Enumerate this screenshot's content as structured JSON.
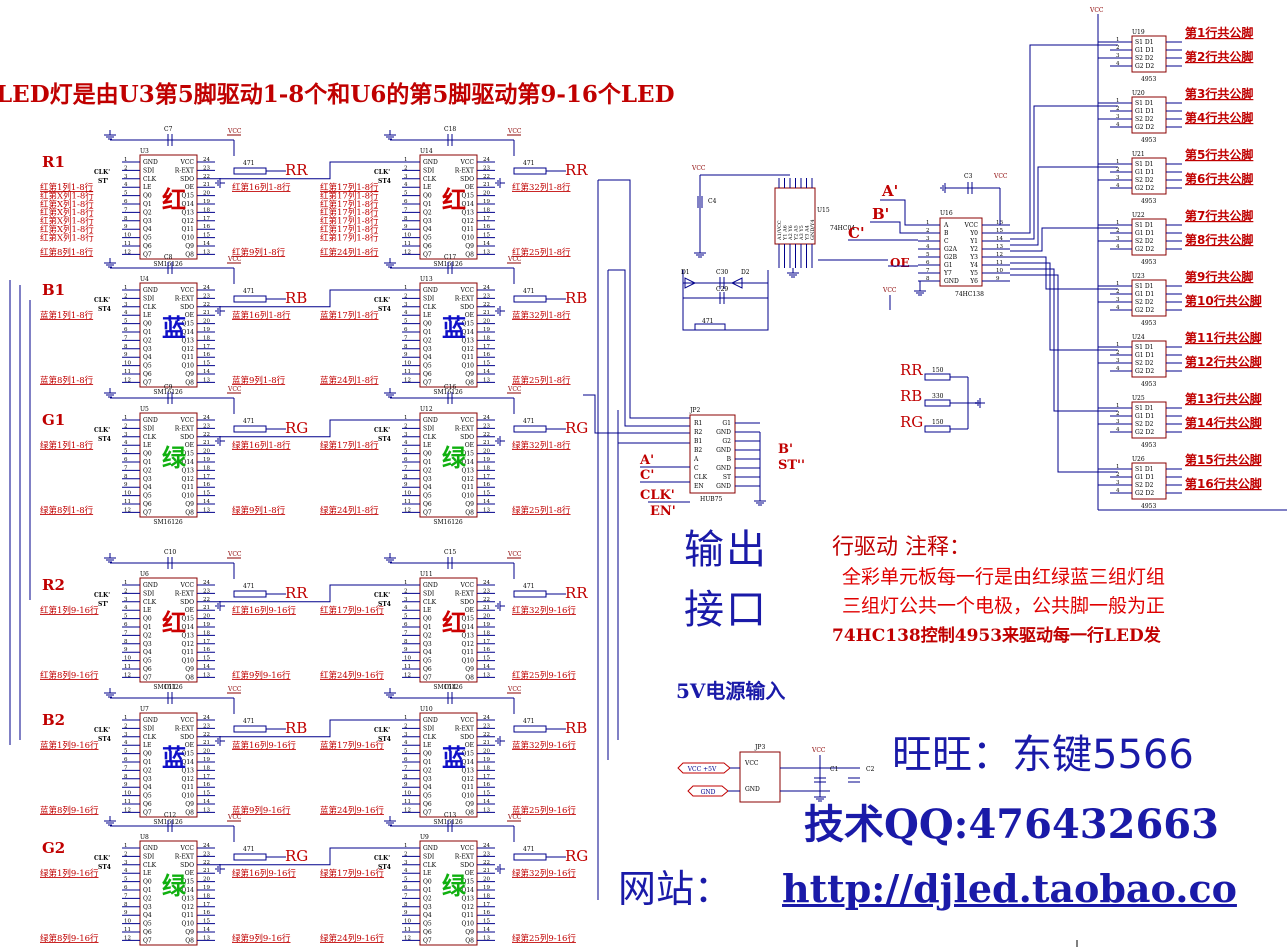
{
  "heading": "LED灯是由U3第5脚驱动1-8个和U6的第5脚驱动第9-16个LED",
  "chip": {
    "type": "SM16126",
    "left_pins": [
      "GND",
      "SDI",
      "CLK",
      "LE",
      "Q0",
      "Q1",
      "Q2",
      "Q3",
      "Q4",
      "Q5",
      "Q6",
      "Q7"
    ],
    "right_pins": [
      "VCC",
      "R-EXT",
      "SDO",
      "OE",
      "Q15",
      "Q14",
      "Q13",
      "Q12",
      "Q11",
      "Q10",
      "Q9",
      "Q8"
    ],
    "left_nums": [
      "1",
      "2",
      "3",
      "4",
      "5",
      "6",
      "7",
      "8",
      "9",
      "10",
      "11",
      "12"
    ],
    "right_nums": [
      "24",
      "23",
      "22",
      "21",
      "20",
      "19",
      "18",
      "17",
      "16",
      "15",
      "14",
      "13"
    ],
    "vcc": "VCC",
    "res": "471",
    "clk": "CLK'",
    "st": "ST'",
    "st4": "ST4"
  },
  "groups": [
    {
      "row": "R1",
      "net": "RR",
      "color_char": "红",
      "color": "#cc0000",
      "left": {
        "u": "U3",
        "c": "C7",
        "top": "红第1列1-8行",
        "bot": "红第8列1-8行",
        "r_top": "红第16列1-8行",
        "r_bot": "红第9列1-8行"
      },
      "right": {
        "u": "U14",
        "c": "C18",
        "top": "红第17列1-8行",
        "bot": "红第24列1-8行",
        "r_top": "红第32列1-8行",
        "r_bot": "红第25列1-8行"
      }
    },
    {
      "row": "B1",
      "net": "RB",
      "color_char": "蓝",
      "color": "#1010c8",
      "left": {
        "u": "U4",
        "c": "C8",
        "top": "蓝第1列1-8行",
        "bot": "蓝第8列1-8行",
        "r_top": "蓝第16列1-8行",
        "r_bot": "蓝第9列1-8行"
      },
      "right": {
        "u": "U13",
        "c": "C17",
        "top": "蓝第17列1-8行",
        "bot": "蓝第24列1-8行",
        "r_top": "蓝第32列1-8行",
        "r_bot": "蓝第25列1-8行"
      }
    },
    {
      "row": "G1",
      "net": "RG",
      "color_char": "绿",
      "color": "#10b010",
      "left": {
        "u": "U5",
        "c": "C9",
        "top": "绿第1列1-8行",
        "bot": "绿第8列1-8行",
        "r_top": "绿第16列1-8行",
        "r_bot": "绿第9列1-8行"
      },
      "right": {
        "u": "U12",
        "c": "C16",
        "top": "绿第17列1-8行",
        "bot": "绿第24列1-8行",
        "r_top": "绿第32列1-8行",
        "r_bot": "绿第25列1-8行"
      }
    },
    {
      "row": "R2",
      "net": "RR",
      "color_char": "红",
      "color": "#cc0000",
      "left": {
        "u": "U6",
        "c": "C10",
        "top": "红第1列9-16行",
        "bot": "红第8列9-16行",
        "r_top": "红第16列9-16行",
        "r_bot": "红第9列9-16行"
      },
      "right": {
        "u": "U11",
        "c": "C15",
        "top": "红第17列9-16行",
        "bot": "红第24列9-16行",
        "r_top": "红第32列9-16行",
        "r_bot": "红第25列9-16行"
      }
    },
    {
      "row": "B2",
      "net": "RB",
      "color_char": "蓝",
      "color": "#1010c8",
      "left": {
        "u": "U7",
        "c": "C11",
        "top": "蓝第1列9-16行",
        "bot": "蓝第8列9-16行",
        "r_top": "蓝第16列9-16行",
        "r_bot": "蓝第9列9-16行"
      },
      "right": {
        "u": "U10",
        "c": "C14",
        "top": "蓝第17列9-16行",
        "bot": "蓝第24列9-16行",
        "r_top": "蓝第32列9-16行",
        "r_bot": "蓝第25列9-16行"
      }
    },
    {
      "row": "G2",
      "net": "RG",
      "color_char": "绿",
      "color": "#10b010",
      "left": {
        "u": "U8",
        "c": "C12",
        "top": "绿第1列9-16行",
        "bot": "绿第8列9-16行",
        "r_top": "绿第16列9-16行",
        "r_bot": "绿第9列9-16行"
      },
      "right": {
        "u": "U9",
        "c": "C13",
        "top": "绿第17列9-16行",
        "bot": "绿第24列9-16行",
        "r_top": "绿第32列9-16行",
        "r_bot": "绿第25列9-16行"
      }
    }
  ],
  "u15": {
    "name": "U15",
    "part": "74HC04",
    "pins": [
      "A1/VCC",
      "Y1 A6",
      "A2 Y6",
      "Y2 A5",
      "A3 Y5",
      "Y3 A4",
      "GND/Y4"
    ],
    "c4": "C4",
    "vcc": "VCC"
  },
  "osc": {
    "d1": "D1",
    "d2": "D2",
    "c29": "C29",
    "c30": "C30",
    "r": "471"
  },
  "u16": {
    "name": "U16",
    "part": "74HC138",
    "left": [
      "A",
      "B",
      "C",
      "G2A",
      "G2B",
      "G1",
      "Y7",
      "GND"
    ],
    "right": [
      "VCC",
      "Y0",
      "Y1",
      "Y2",
      "Y3",
      "Y4",
      "Y5",
      "Y6"
    ],
    "lnums": [
      "1",
      "2",
      "3",
      "4",
      "5",
      "6",
      "7",
      "8"
    ],
    "rnums": [
      "16",
      "15",
      "14",
      "13",
      "12",
      "11",
      "10",
      "9"
    ],
    "c3": "C3",
    "vcc": "VCC"
  },
  "ctl": {
    "a": "A'",
    "b": "B'",
    "c": "C'",
    "oe": "OE"
  },
  "rnets": [
    {
      "net": "RR",
      "val": "150"
    },
    {
      "net": "RB",
      "val": "330"
    },
    {
      "net": "RG",
      "val": "150"
    }
  ],
  "jp2": {
    "name": "JP2",
    "part": "HUB75",
    "left": [
      "R1",
      "R2",
      "B1",
      "B2",
      "A",
      "C",
      "CLK",
      "EN"
    ],
    "right": [
      "G1",
      "GND",
      "G2",
      "GND",
      "B",
      "GND",
      "ST",
      "GND"
    ],
    "ext_right": [
      "B'",
      "ST''"
    ],
    "ext_left": [
      "A'",
      "C'",
      "CLK'",
      "EN'"
    ]
  },
  "u4953": [
    {
      "u": "U19",
      "a": "第1行共公脚",
      "b": "第2行共公脚"
    },
    {
      "u": "U20",
      "a": "第3行共公脚",
      "b": "第4行共公脚"
    },
    {
      "u": "U21",
      "a": "第5行共公脚",
      "b": "第6行共公脚"
    },
    {
      "u": "U22",
      "a": "第7行共公脚",
      "b": "第8行共公脚"
    },
    {
      "u": "U23",
      "a": "第9行共公脚",
      "b": "第10行共公脚"
    },
    {
      "u": "U24",
      "a": "第11行共公脚",
      "b": "第12行共公脚"
    },
    {
      "u": "U25",
      "a": "第13行共公脚",
      "b": "第14行共公脚"
    },
    {
      "u": "U26",
      "a": "第15行共公脚",
      "b": "第16行共公脚"
    }
  ],
  "p4953": {
    "part": "4953",
    "pins": [
      "S1 D1",
      "G1 D1",
      "S2 D2",
      "G2 D2"
    ],
    "vcc": "VCC"
  },
  "notes": {
    "title": "行驱动   注释：",
    "line1": "全彩单元板每一行是由红绿蓝三组灯组",
    "line2": "三组灯公共一个电极，公共脚一般为正",
    "line3": "74HC138控制4953来驱动每一行LED发"
  },
  "output_label": [
    "输出",
    "接口"
  ],
  "power": {
    "title": "5V电源输入",
    "vin": "VCC +5V",
    "gnd": "GND",
    "jp3": "JP3",
    "c1": "C1",
    "c2": "C2",
    "vcc": "VCC",
    "pin_vcc": "VCC",
    "pin_gnd": "GND"
  },
  "wangwang": "旺旺：东键5566",
  "qq": "技术QQ:476432663",
  "site_label": "网站：",
  "site_url": "http://djled.taobao.co"
}
